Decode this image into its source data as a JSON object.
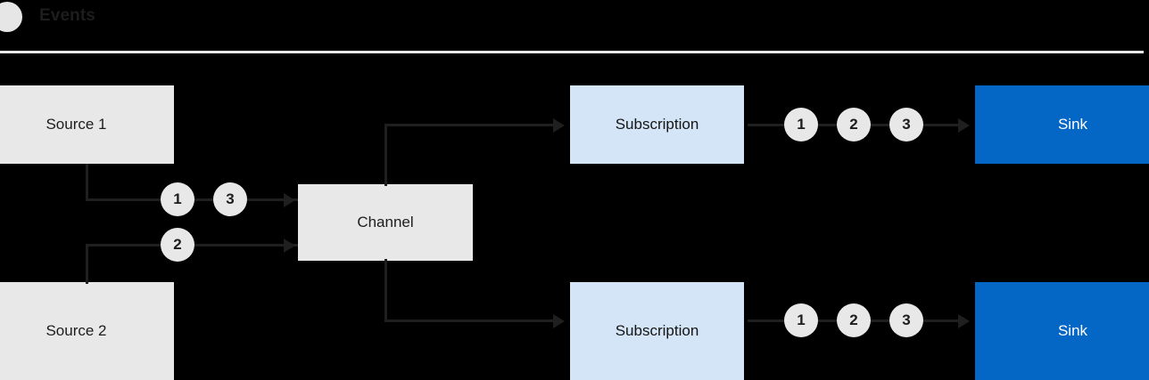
{
  "legend": {
    "dot_icon": "event-dot-icon",
    "label": "Events",
    "dot_color": "#e6e6e6"
  },
  "colors": {
    "background": "#000000",
    "source_box": "#e8e8e8",
    "channel_box": "#e8e8e8",
    "subscription_box": "#d4e5f7",
    "sink_box": "#0567c5",
    "connector": "#1f1f1f",
    "divider": "#e9e9e9",
    "token": "#e8e8e8"
  },
  "diagram": {
    "type": "flow",
    "nodes": [
      {
        "id": "source1",
        "label": "Source 1",
        "kind": "source"
      },
      {
        "id": "source2",
        "label": "Source 2",
        "kind": "source"
      },
      {
        "id": "channel",
        "label": "Channel",
        "kind": "channel"
      },
      {
        "id": "subscription1",
        "label": "Subscription",
        "kind": "subscription"
      },
      {
        "id": "subscription2",
        "label": "Subscription",
        "kind": "subscription"
      },
      {
        "id": "sink1",
        "label": "Sink",
        "kind": "sink"
      },
      {
        "id": "sink2",
        "label": "Sink",
        "kind": "sink"
      }
    ],
    "tokens": {
      "source1_to_channel": [
        "1",
        "3"
      ],
      "source2_to_channel": [
        "2"
      ],
      "subscription1_to_sink1": [
        "1",
        "2",
        "3"
      ],
      "subscription2_to_sink2": [
        "1",
        "2",
        "3"
      ]
    },
    "edges": [
      {
        "from": "source1",
        "to": "channel"
      },
      {
        "from": "source2",
        "to": "channel"
      },
      {
        "from": "channel",
        "to": "subscription1"
      },
      {
        "from": "channel",
        "to": "subscription2"
      },
      {
        "from": "subscription1",
        "to": "sink1"
      },
      {
        "from": "subscription2",
        "to": "sink2"
      }
    ]
  }
}
